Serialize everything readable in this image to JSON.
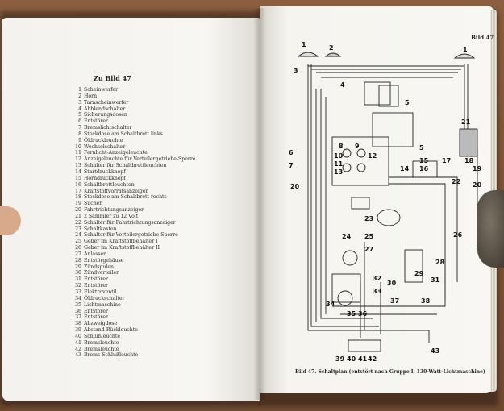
{
  "left_page": {
    "heading": "Zu Bild 47",
    "items": [
      {
        "n": "1",
        "label": "Scheinwerfer"
      },
      {
        "n": "2",
        "label": "Horn"
      },
      {
        "n": "3",
        "label": "Tarnscheinwerfer"
      },
      {
        "n": "4",
        "label": "Abblendschalter"
      },
      {
        "n": "5",
        "label": "Sicherungsdosen"
      },
      {
        "n": "6",
        "label": "Entstörer"
      },
      {
        "n": "7",
        "label": "Bremslichtschalter"
      },
      {
        "n": "8",
        "label": "Steckdose am Schaltbrett links"
      },
      {
        "n": "9",
        "label": "Öldruckleuchte"
      },
      {
        "n": "10",
        "label": "Wechselschalter"
      },
      {
        "n": "11",
        "label": "Fernlicht-Anzeigeleuchte"
      },
      {
        "n": "12",
        "label": "Anzeigeleuchte für Verteilergetriebe-Sperre"
      },
      {
        "n": "13",
        "label": "Schalter für Schaltbrettleuchten"
      },
      {
        "n": "14",
        "label": "Startdruckknopf"
      },
      {
        "n": "15",
        "label": "Horndruckknopf"
      },
      {
        "n": "16",
        "label": "Schaltbrettleuchten"
      },
      {
        "n": "17",
        "label": "Kraftstoffvorratsanzeiger"
      },
      {
        "n": "18",
        "label": "Steckdose am Schaltbrett rechts"
      },
      {
        "n": "19",
        "label": "Sucher"
      },
      {
        "n": "20",
        "label": "Fahrtrichtungsanzeiger"
      },
      {
        "n": "21",
        "label": "2 Sammler zu 12 Volt"
      },
      {
        "n": "22",
        "label": "Schalter für Fahrtrichtungsanzeiger"
      },
      {
        "n": "23",
        "label": "Schaltkasten"
      },
      {
        "n": "24",
        "label": "Schalter für Verteilergetriebe-Sperre"
      },
      {
        "n": "25",
        "label": "Geber im Kraftstoffbehälter I"
      },
      {
        "n": "26",
        "label": "Geber im Kraftstoffbehälter II"
      },
      {
        "n": "27",
        "label": "Anlasser"
      },
      {
        "n": "28",
        "label": "Entstörgehäuse"
      },
      {
        "n": "29",
        "label": "Zündspulen"
      },
      {
        "n": "30",
        "label": "Zündverteiler"
      },
      {
        "n": "31",
        "label": "Entstörer"
      },
      {
        "n": "32",
        "label": "Entstörer"
      },
      {
        "n": "33",
        "label": "Elektroventil"
      },
      {
        "n": "34",
        "label": "Öldruckschalter"
      },
      {
        "n": "35",
        "label": "Lichtmaschine"
      },
      {
        "n": "36",
        "label": "Entstörer"
      },
      {
        "n": "37",
        "label": "Entstörer"
      },
      {
        "n": "38",
        "label": "Abzweigdose"
      },
      {
        "n": "39",
        "label": "Abstand-Rückleuchte"
      },
      {
        "n": "40",
        "label": "Schlußleuchte"
      },
      {
        "n": "41",
        "label": "Bremsleuchte"
      },
      {
        "n": "42",
        "label": "Bremsleuchte"
      },
      {
        "n": "43",
        "label": "Brems-Schlußleuchte"
      }
    ]
  },
  "right_page": {
    "page_label": "Bild 47",
    "caption": "Bild 47. Schaltplan (entstört nach Gruppe I, 130-Watt-Lichtmaschine)",
    "diagram_labels": [
      "1",
      "1",
      "2",
      "3",
      "4",
      "5",
      "5",
      "6",
      "7",
      "8",
      "9",
      "10",
      "11",
      "12",
      "13",
      "14",
      "15",
      "16",
      "17",
      "18",
      "19",
      "20",
      "20",
      "21",
      "22",
      "23",
      "24",
      "25",
      "26",
      "27",
      "28",
      "29",
      "30",
      "31",
      "32",
      "33",
      "34",
      "35",
      "36",
      "37",
      "38",
      "39",
      "40",
      "41",
      "42",
      "43"
    ]
  }
}
